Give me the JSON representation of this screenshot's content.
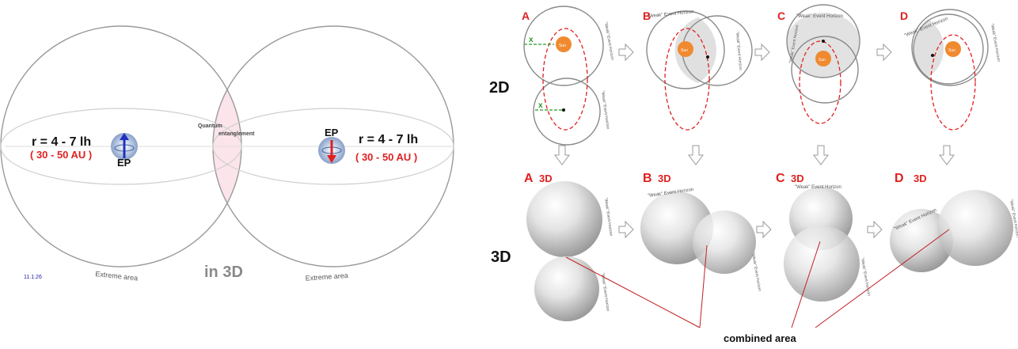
{
  "left_panel": {
    "left_radius": "r = 4 - 7  lh",
    "left_distance": "( 30 - 50 AU )",
    "left_ep": "EP",
    "right_ep": "EP",
    "right_radius": "r = 4 - 7  lh",
    "right_distance": "( 30 - 50 AU )",
    "quantum_label_1": "Quantum",
    "quantum_label_2": "entanglement",
    "extreme_left": "Extreme area",
    "extreme_right": "Extreme area",
    "in3d": "in 3D",
    "date": "11.1.26"
  },
  "right_panel": {
    "row_2d": "2D",
    "row_3d": "3D",
    "stage_letters": [
      "A",
      "B",
      "C",
      "D"
    ],
    "stage_3d_suffix": "3D",
    "sun_label": "Sun",
    "x_marker": "x",
    "weak_event_horizon": "\"Weak\" Event Horizon",
    "combined_area": "combined area"
  },
  "colors": {
    "accent_red": "#e02020",
    "sun_orange": "#f08a30",
    "x_green": "#2a9a2a",
    "ep_blue": "#2030c0",
    "date_blue": "#1a1aa0",
    "outline_gray": "#8a8a8a"
  }
}
